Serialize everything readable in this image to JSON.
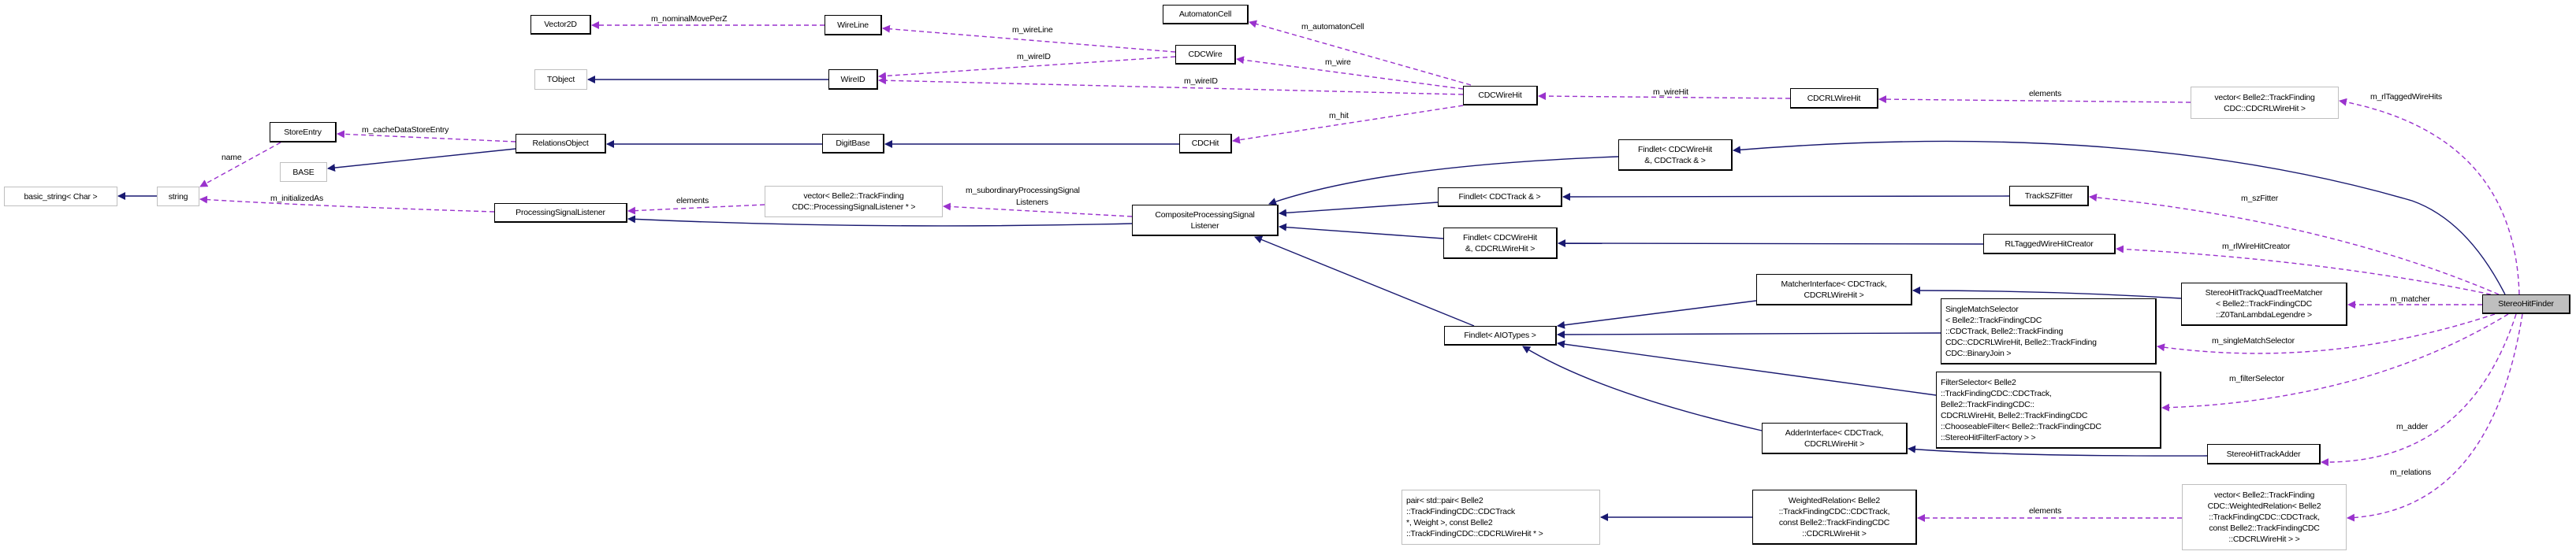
{
  "colors": {
    "inheritance": "#191970",
    "usage": "#9a32cd",
    "focus_fill": "#bfbfbf",
    "undocumented_border": "#bfbfbf"
  },
  "nodes": {
    "vector2d": "Vector2D",
    "wireline": "WireLine",
    "automatoncell": "AutomatonCell",
    "tobject": "TObject",
    "wireid": "WireID",
    "cdcwire": "CDCWire",
    "cdcwirehit": "CDCWireHit",
    "cdcrlwirehit": "CDCRLWireHit",
    "vector_rlwirehit": "vector< Belle2::TrackFinding\nCDC::CDCRLWireHit >",
    "storeentry": "StoreEntry",
    "relationsobject": "RelationsObject",
    "digitbase": "DigitBase",
    "cdchit": "CDCHit",
    "base": "BASE",
    "basic_string": "basic_string< Char >",
    "string": "string",
    "processingsignallistener": "ProcessingSignalListener",
    "vector_psl": "vector< Belle2::TrackFinding\nCDC::ProcessingSignalListener * >",
    "compositepsl": "CompositeProcessingSignal\nListener",
    "findlet_wirehit_track": "Findlet< CDCWireHit\n&, CDCTrack & >",
    "findlet_track": "Findlet< CDCTrack & >",
    "tracksz_fitter": "TrackSZFitter",
    "findlet_wirehit_rlwirehit": "Findlet< CDCWireHit\n&, CDCRLWireHit >",
    "rltagged_creator": "RLTaggedWireHitCreator",
    "matcherinterface": "MatcherInterface< CDCTrack,\nCDCRLWireHit >",
    "quadtreematcher": "StereoHitTrackQuadTreeMatcher\n< Belle2::TrackFindingCDC\n::Z0TanLambdaLegendre >",
    "findlet_aiotypes": "Findlet< AIOTypes >",
    "singlematchselector": "SingleMatchSelector\n< Belle2::TrackFindingCDC\n::CDCTrack, Belle2::TrackFinding\nCDC::CDCRLWireHit, Belle2::TrackFinding\nCDC::BinaryJoin >",
    "filterselector": "FilterSelector< Belle2\n::TrackFindingCDC::CDCTrack,\nBelle2::TrackFindingCDC::\nCDCRLWireHit, Belle2::TrackFindingCDC\n::ChooseableFilter< Belle2::TrackFindingCDC\n::StereoHitFilterFactory > >",
    "adderinterface": "AdderInterface< CDCTrack,\nCDCRLWireHit >",
    "stereohittrackadder": "StereoHitTrackAdder",
    "stereohitfinder": "StereoHitFinder",
    "pair": "pair< std::pair< Belle2\n::TrackFindingCDC::CDCTrack\n *, Weight >, const Belle2\n::TrackFindingCDC::CDCRLWireHit * >",
    "weightedrelation": "WeightedRelation< Belle2\n::TrackFindingCDC::CDCTrack,\nconst Belle2::TrackFindingCDC\n::CDCRLWireHit >",
    "vector_weightedrelation": "vector< Belle2::TrackFinding\nCDC::WeightedRelation< Belle2\n::TrackFindingCDC::CDCTrack,\nconst Belle2::TrackFindingCDC\n::CDCRLWireHit > >"
  },
  "edge_labels": {
    "nominal_move": "m_nominalMovePerZ",
    "wire_line": "m_wireLine",
    "wire_id_1": "m_wireID",
    "wire_id_2": "m_wireID",
    "automaton_cell": "m_automatonCell",
    "wire": "m_wire",
    "hit": "m_hit",
    "wire_hit": "m_wireHit",
    "elements_rl": "elements",
    "rl_tagged": "m_rlTaggedWireHits",
    "cache_store": "m_cacheDataStoreEntry",
    "name": "name",
    "initialized_as": "m_initializedAs",
    "elements_psl": "elements",
    "subordinary_1": "m_subordinaryProcessingSignal",
    "subordinary_2": "Listeners",
    "sz_fitter": "m_szFitter",
    "rl_creator": "m_rlWireHitCreator",
    "matcher": "m_matcher",
    "single_match": "m_singleMatchSelector",
    "filter_selector": "m_filterSelector",
    "adder": "m_adder",
    "relations": "m_relations",
    "elements_wr": "elements"
  }
}
